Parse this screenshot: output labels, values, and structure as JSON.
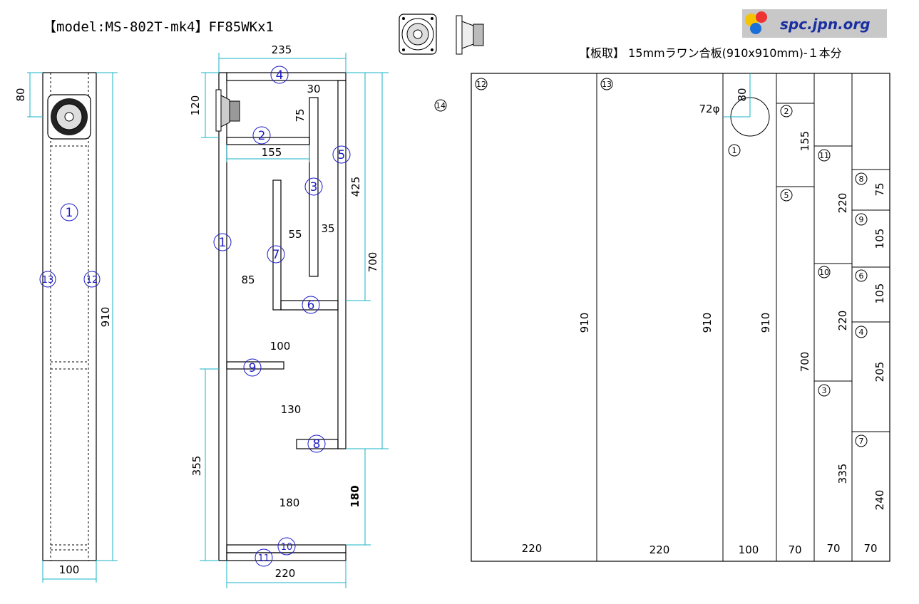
{
  "title": "【model:MS-802T-mk4】FF85WKx1",
  "sheet_title": "【板取】 15mmラワン合板(910x910mm)-１本分",
  "logo": {
    "text": "spc.jpn.org"
  },
  "front_view": {
    "dims": {
      "top": "80",
      "height": "910",
      "width": "100"
    },
    "labels": {
      "p1": "1",
      "p13": "13",
      "p12": "12"
    }
  },
  "side_view": {
    "dims": {
      "width_top": "235",
      "spk": "120",
      "d30": "30",
      "d75": "75",
      "d155": "155",
      "d425": "425",
      "d700": "700",
      "d55": "55",
      "d35": "35",
      "d85": "85",
      "d100": "100",
      "d130": "130",
      "d355": "355",
      "d180a": "180",
      "d180b": "180",
      "width_bottom": "220"
    },
    "labels": {
      "p4": "4",
      "p2": "2",
      "p5": "5",
      "p3": "3",
      "p1": "1",
      "p7": "7",
      "p6": "6",
      "p9": "9",
      "p8": "8",
      "p10": "10",
      "p11": "11"
    }
  },
  "sheet": {
    "label14": "14",
    "columns": [
      {
        "width": "220",
        "length": "910",
        "parts": [
          "12"
        ]
      },
      {
        "width": "220",
        "length": "910",
        "parts": [
          "13"
        ]
      },
      {
        "width": "100",
        "length": "910",
        "parts": [
          "1"
        ],
        "hole": "72φ",
        "hole_offset": "80"
      },
      {
        "width": "70",
        "parts": [
          {
            "id": "2",
            "length": "155"
          },
          {
            "id": "5",
            "length": "700"
          }
        ]
      },
      {
        "width": "70",
        "parts": [
          {
            "id": "11",
            "length": "220"
          },
          {
            "id": "10",
            "length": "220"
          },
          {
            "id": "3",
            "length": "335"
          }
        ]
      },
      {
        "width": "70",
        "parts": [
          {
            "id": "8",
            "length": "75"
          },
          {
            "id": "9",
            "length": "105"
          },
          {
            "id": "6",
            "length": "105"
          },
          {
            "id": "4",
            "length": "205"
          },
          {
            "id": "7",
            "length": "240"
          }
        ]
      }
    ]
  },
  "colors": {
    "dimension": "#17b3c6",
    "part_circle": "#1d1dc8",
    "outline": "#000000"
  }
}
